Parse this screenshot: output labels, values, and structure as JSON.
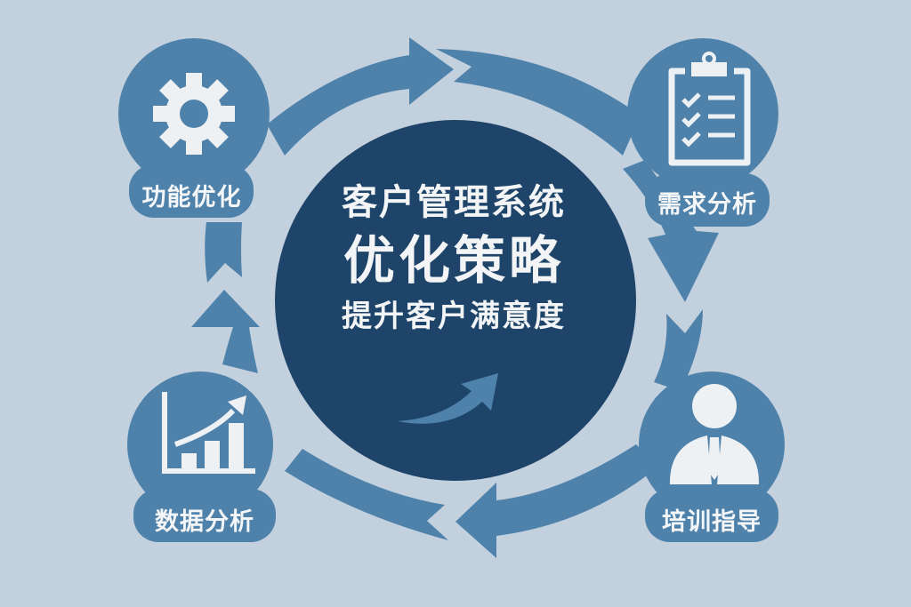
{
  "center": {
    "title_line1": "客户管理系统",
    "title_line2": "优化策略",
    "title_line3": "提升客户满意度"
  },
  "nodes": [
    {
      "id": "feature-optimization",
      "label": "功能优化",
      "icon": "gear-icon",
      "position": "top-left"
    },
    {
      "id": "requirements-analysis",
      "label": "需求分析",
      "icon": "clipboard-checklist-icon",
      "position": "top-right"
    },
    {
      "id": "training-guidance",
      "label": "培训指导",
      "icon": "person-tie-icon",
      "position": "bottom-right"
    },
    {
      "id": "data-analysis",
      "label": "数据分析",
      "icon": "bar-chart-growth-icon",
      "position": "bottom-left"
    }
  ],
  "flow": [
    "功能优化",
    "需求分析",
    "培训指导",
    "数据分析"
  ],
  "colors": {
    "background": "#c3d1de",
    "node_fill": "#4f82ab",
    "arrow_fill": "#4f82ab",
    "center_fill": "#1e4569",
    "ring_gap": "#c3d1de",
    "text": "#f2f4f6",
    "center_arrow": "#4f82ab"
  }
}
